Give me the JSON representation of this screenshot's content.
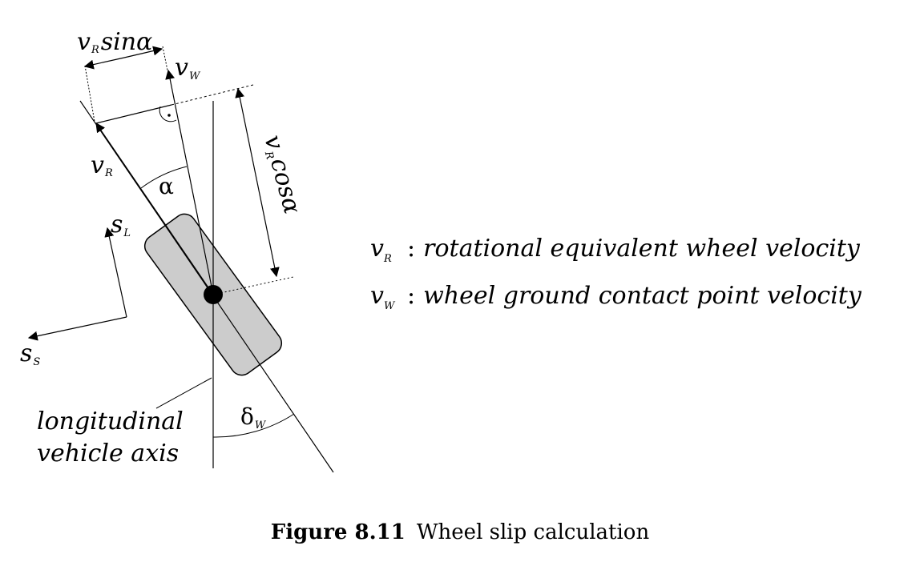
{
  "diagram": {
    "labels": {
      "vR_sin": {
        "main": "v",
        "sub": "R",
        "tail": "sinα"
      },
      "vW": {
        "main": "v",
        "sub": "W"
      },
      "vR_cos": {
        "main": "v",
        "sub": "R",
        "tail": "cosα"
      },
      "vR": {
        "main": "v",
        "sub": "R"
      },
      "alpha": "α",
      "sL": {
        "main": "s",
        "sub": "L"
      },
      "sS": {
        "main": "s",
        "sub": "S"
      },
      "deltaW": {
        "main": "δ",
        "sub": "W"
      },
      "axis_line1": "longitudinal",
      "axis_line2": "vehicle axis"
    },
    "colors": {
      "wheel_fill": "#cccccc",
      "stroke": "#000000"
    }
  },
  "legend": [
    {
      "symbol": "v",
      "sub": "R",
      "sep": ":",
      "text": "rotational equivalent wheel velocity"
    },
    {
      "symbol": "v",
      "sub": "W",
      "sep": ":",
      "text": "wheel ground contact point velocity"
    }
  ],
  "caption": {
    "label": "Figure 8.11",
    "text": "Wheel slip calculation"
  }
}
